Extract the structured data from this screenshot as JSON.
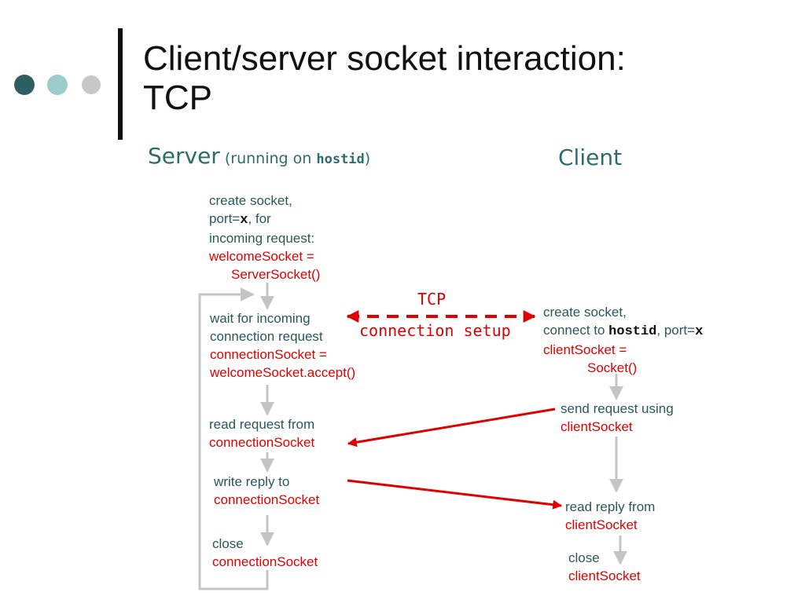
{
  "slide": {
    "title_line1": "Client/server socket interaction:",
    "title_line2": "TCP",
    "bullet_colors": [
      "#2e5e62",
      "#9ccccc",
      "#c8c8c8"
    ]
  },
  "server_header": {
    "label": "Server",
    "paren_open": " (running on ",
    "host": "hostid",
    "paren_close": ")"
  },
  "client_header": {
    "label": "Client"
  },
  "tcp_label": {
    "line1": "TCP",
    "line2": "connection setup"
  },
  "server_steps": {
    "create": {
      "line1": "create socket,",
      "port_prefix": "port=",
      "port_value": "x",
      "port_suffix": ", for",
      "line3": "incoming request:",
      "code1": "welcomeSocket =",
      "code2": "ServerSocket()"
    },
    "wait": {
      "line1": "wait for incoming",
      "line2": "connection request",
      "code1": "connectionSocket =",
      "code2": "welcomeSocket.accept()"
    },
    "read": {
      "line1": "read request from",
      "code": "connectionSocket"
    },
    "write": {
      "line1": "write reply to",
      "code": "connectionSocket"
    },
    "close": {
      "line1": "close",
      "code": "connectionSocket"
    }
  },
  "client_steps": {
    "create": {
      "line1": "create socket,",
      "connect_prefix": "connect to ",
      "host": "hostid",
      "port_prefix": ", port=",
      "port_value": "x",
      "code1": "clientSocket =",
      "code2": "Socket()"
    },
    "send": {
      "line1": "send request using",
      "code": "clientSocket"
    },
    "read": {
      "line1": "read reply from",
      "code": "clientSocket"
    },
    "close": {
      "line1": "close",
      "code": "clientSocket"
    }
  },
  "colors": {
    "title": "#111111",
    "header": "#2e6b6b",
    "body_text": "#2a5858",
    "code_red": "#e00000",
    "flow_gray": "#c4c4c4",
    "message_red": "#e00000"
  }
}
